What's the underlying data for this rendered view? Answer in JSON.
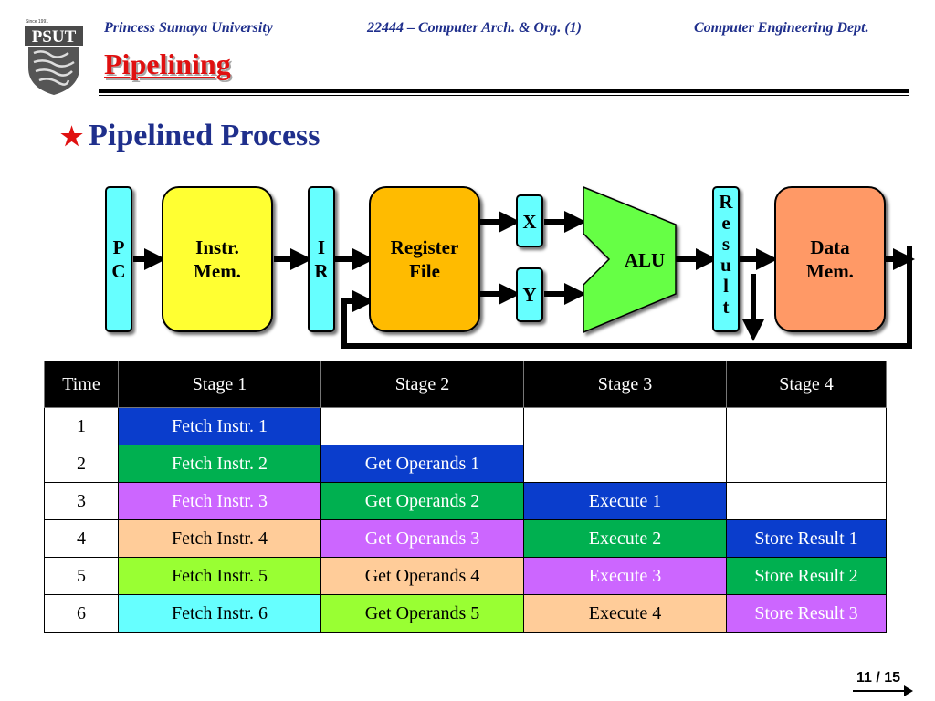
{
  "header": {
    "university": "Princess Sumaya University",
    "course": "22444 – Computer Arch. & Org. (1)",
    "department": "Computer Engineering Dept.",
    "title": "Pipelining",
    "logo_text": "PSUT",
    "logo_since": "Since 1991"
  },
  "heading": "Pipelined Process",
  "diagram": {
    "pc": [
      "P",
      "C"
    ],
    "instr_mem": [
      "Instr.",
      "Mem."
    ],
    "ir": [
      "I",
      "R"
    ],
    "register_file": [
      "Register",
      "File"
    ],
    "x": "X",
    "y": "Y",
    "alu": "ALU",
    "result": [
      "R",
      "e",
      "s",
      "u",
      "l",
      "t"
    ],
    "data_mem": [
      "Data",
      "Mem."
    ],
    "colors": {
      "cyan": "#66ffff",
      "yellow": "#ffff33",
      "orange": "#ffbb00",
      "alu_green": "#66ff44",
      "salmon": "#ff9966"
    }
  },
  "table": {
    "headers": [
      "Time",
      "Stage 1",
      "Stage 2",
      "Stage 3",
      "Stage 4"
    ],
    "rows": [
      {
        "time": "1",
        "cells": [
          "Fetch Instr. 1",
          "",
          "",
          ""
        ]
      },
      {
        "time": "2",
        "cells": [
          "Fetch Instr. 2",
          "Get Operands 1",
          "",
          ""
        ]
      },
      {
        "time": "3",
        "cells": [
          "Fetch Instr. 3",
          "Get Operands 2",
          "Execute 1",
          ""
        ]
      },
      {
        "time": "4",
        "cells": [
          "Fetch Instr. 4",
          "Get Operands 3",
          "Execute 2",
          "Store Result 1"
        ]
      },
      {
        "time": "5",
        "cells": [
          "Fetch Instr. 5",
          "Get Operands 4",
          "Execute 3",
          "Store Result 2"
        ]
      },
      {
        "time": "6",
        "cells": [
          "Fetch Instr. 6",
          "Get Operands 5",
          "Execute 4",
          "Store Result 3"
        ]
      }
    ],
    "instruction_colors": {
      "1": {
        "bg": "#0a3dcc",
        "fg": "#ffffff"
      },
      "2": {
        "bg": "#00b050",
        "fg": "#ffffff"
      },
      "3": {
        "bg": "#cc66ff",
        "fg": "#ffffff"
      },
      "4": {
        "bg": "#ffcc99",
        "fg": "#000000"
      },
      "5": {
        "bg": "#99ff33",
        "fg": "#000000"
      },
      "6": {
        "bg": "#66ffff",
        "fg": "#000000"
      }
    }
  },
  "footer": {
    "page": "11 / 15"
  }
}
